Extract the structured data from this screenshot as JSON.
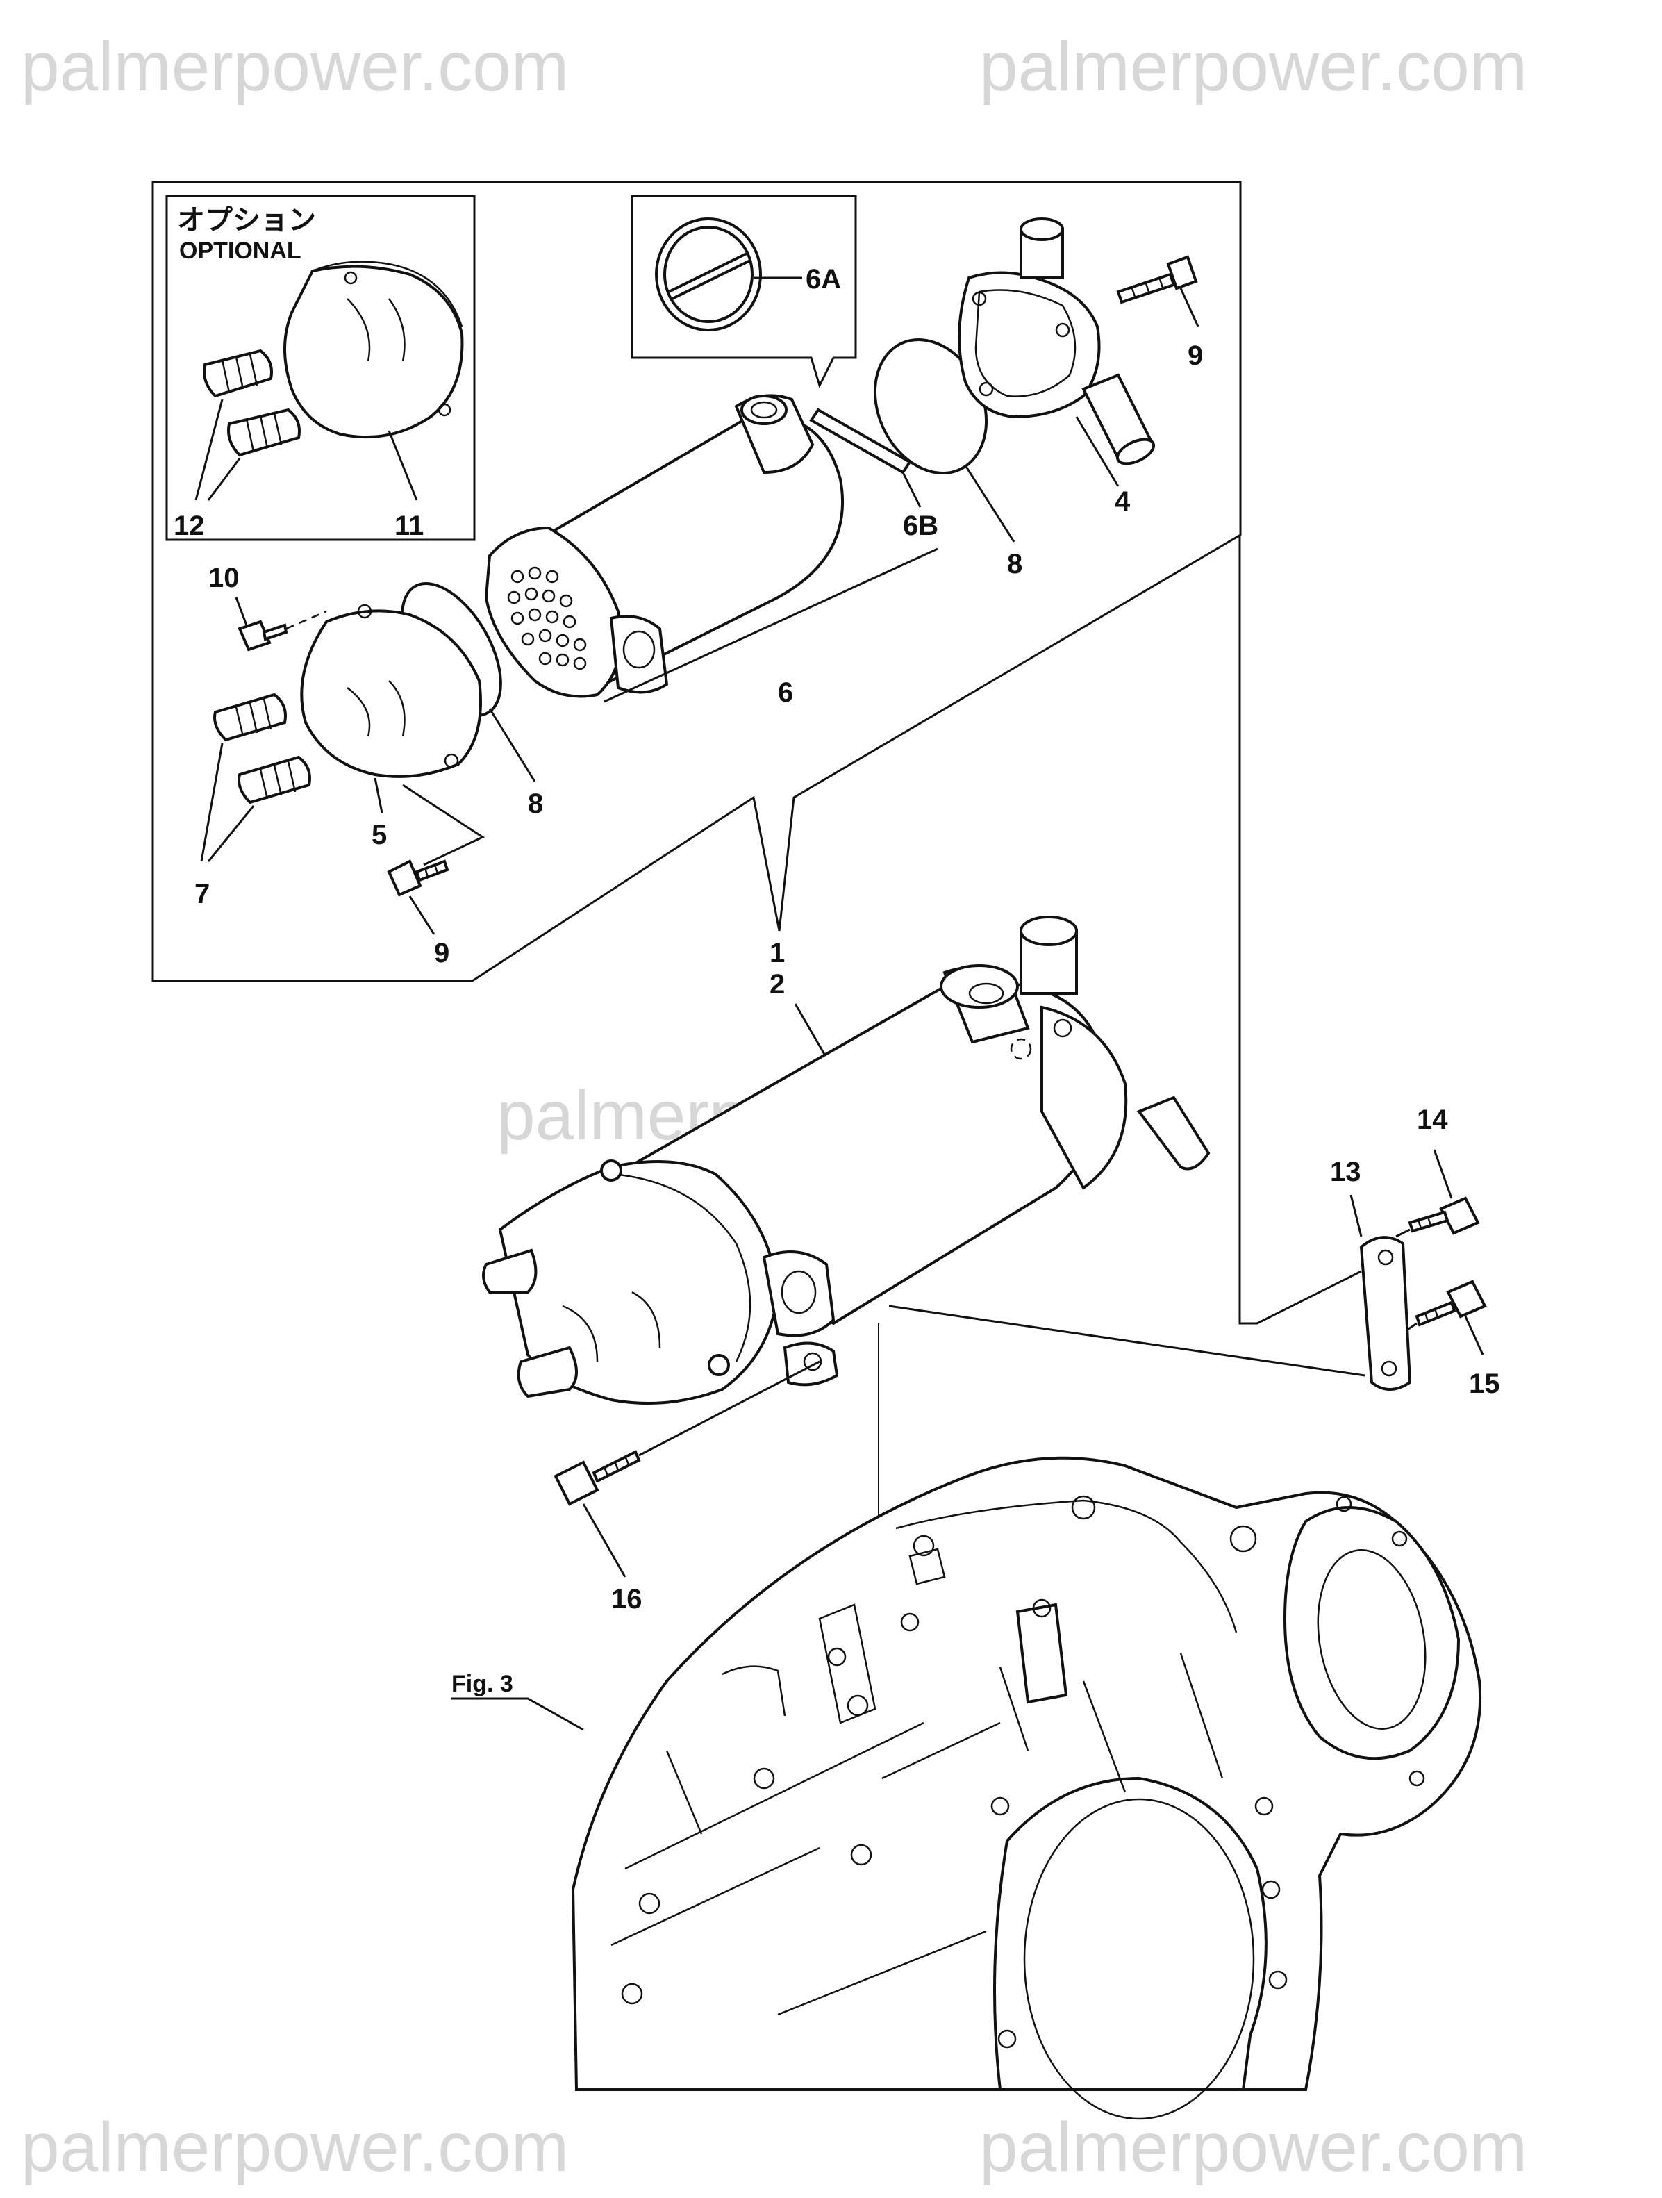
{
  "watermarks": {
    "top_left": "palmerpower.com",
    "top_right": "palmerpower.com",
    "center": "palmerpower.com",
    "bottom_left": "palmerpower.com",
    "bottom_right": "palmerpower.com"
  },
  "optional_box": {
    "title_jp": "オプション",
    "title_en": "OPTIONAL"
  },
  "callouts": {
    "c1": "1",
    "c2": "2",
    "c4": "4",
    "c5": "5",
    "c6": "6",
    "c6A": "6A",
    "c6B": "6B",
    "c7": "7",
    "c8a": "8",
    "c8b": "8",
    "c9a": "9",
    "c9b": "9",
    "c10": "10",
    "c11": "11",
    "c12": "12",
    "c13": "13",
    "c14": "14",
    "c15": "15",
    "c16": "16"
  },
  "figure_ref": "Fig. 3"
}
